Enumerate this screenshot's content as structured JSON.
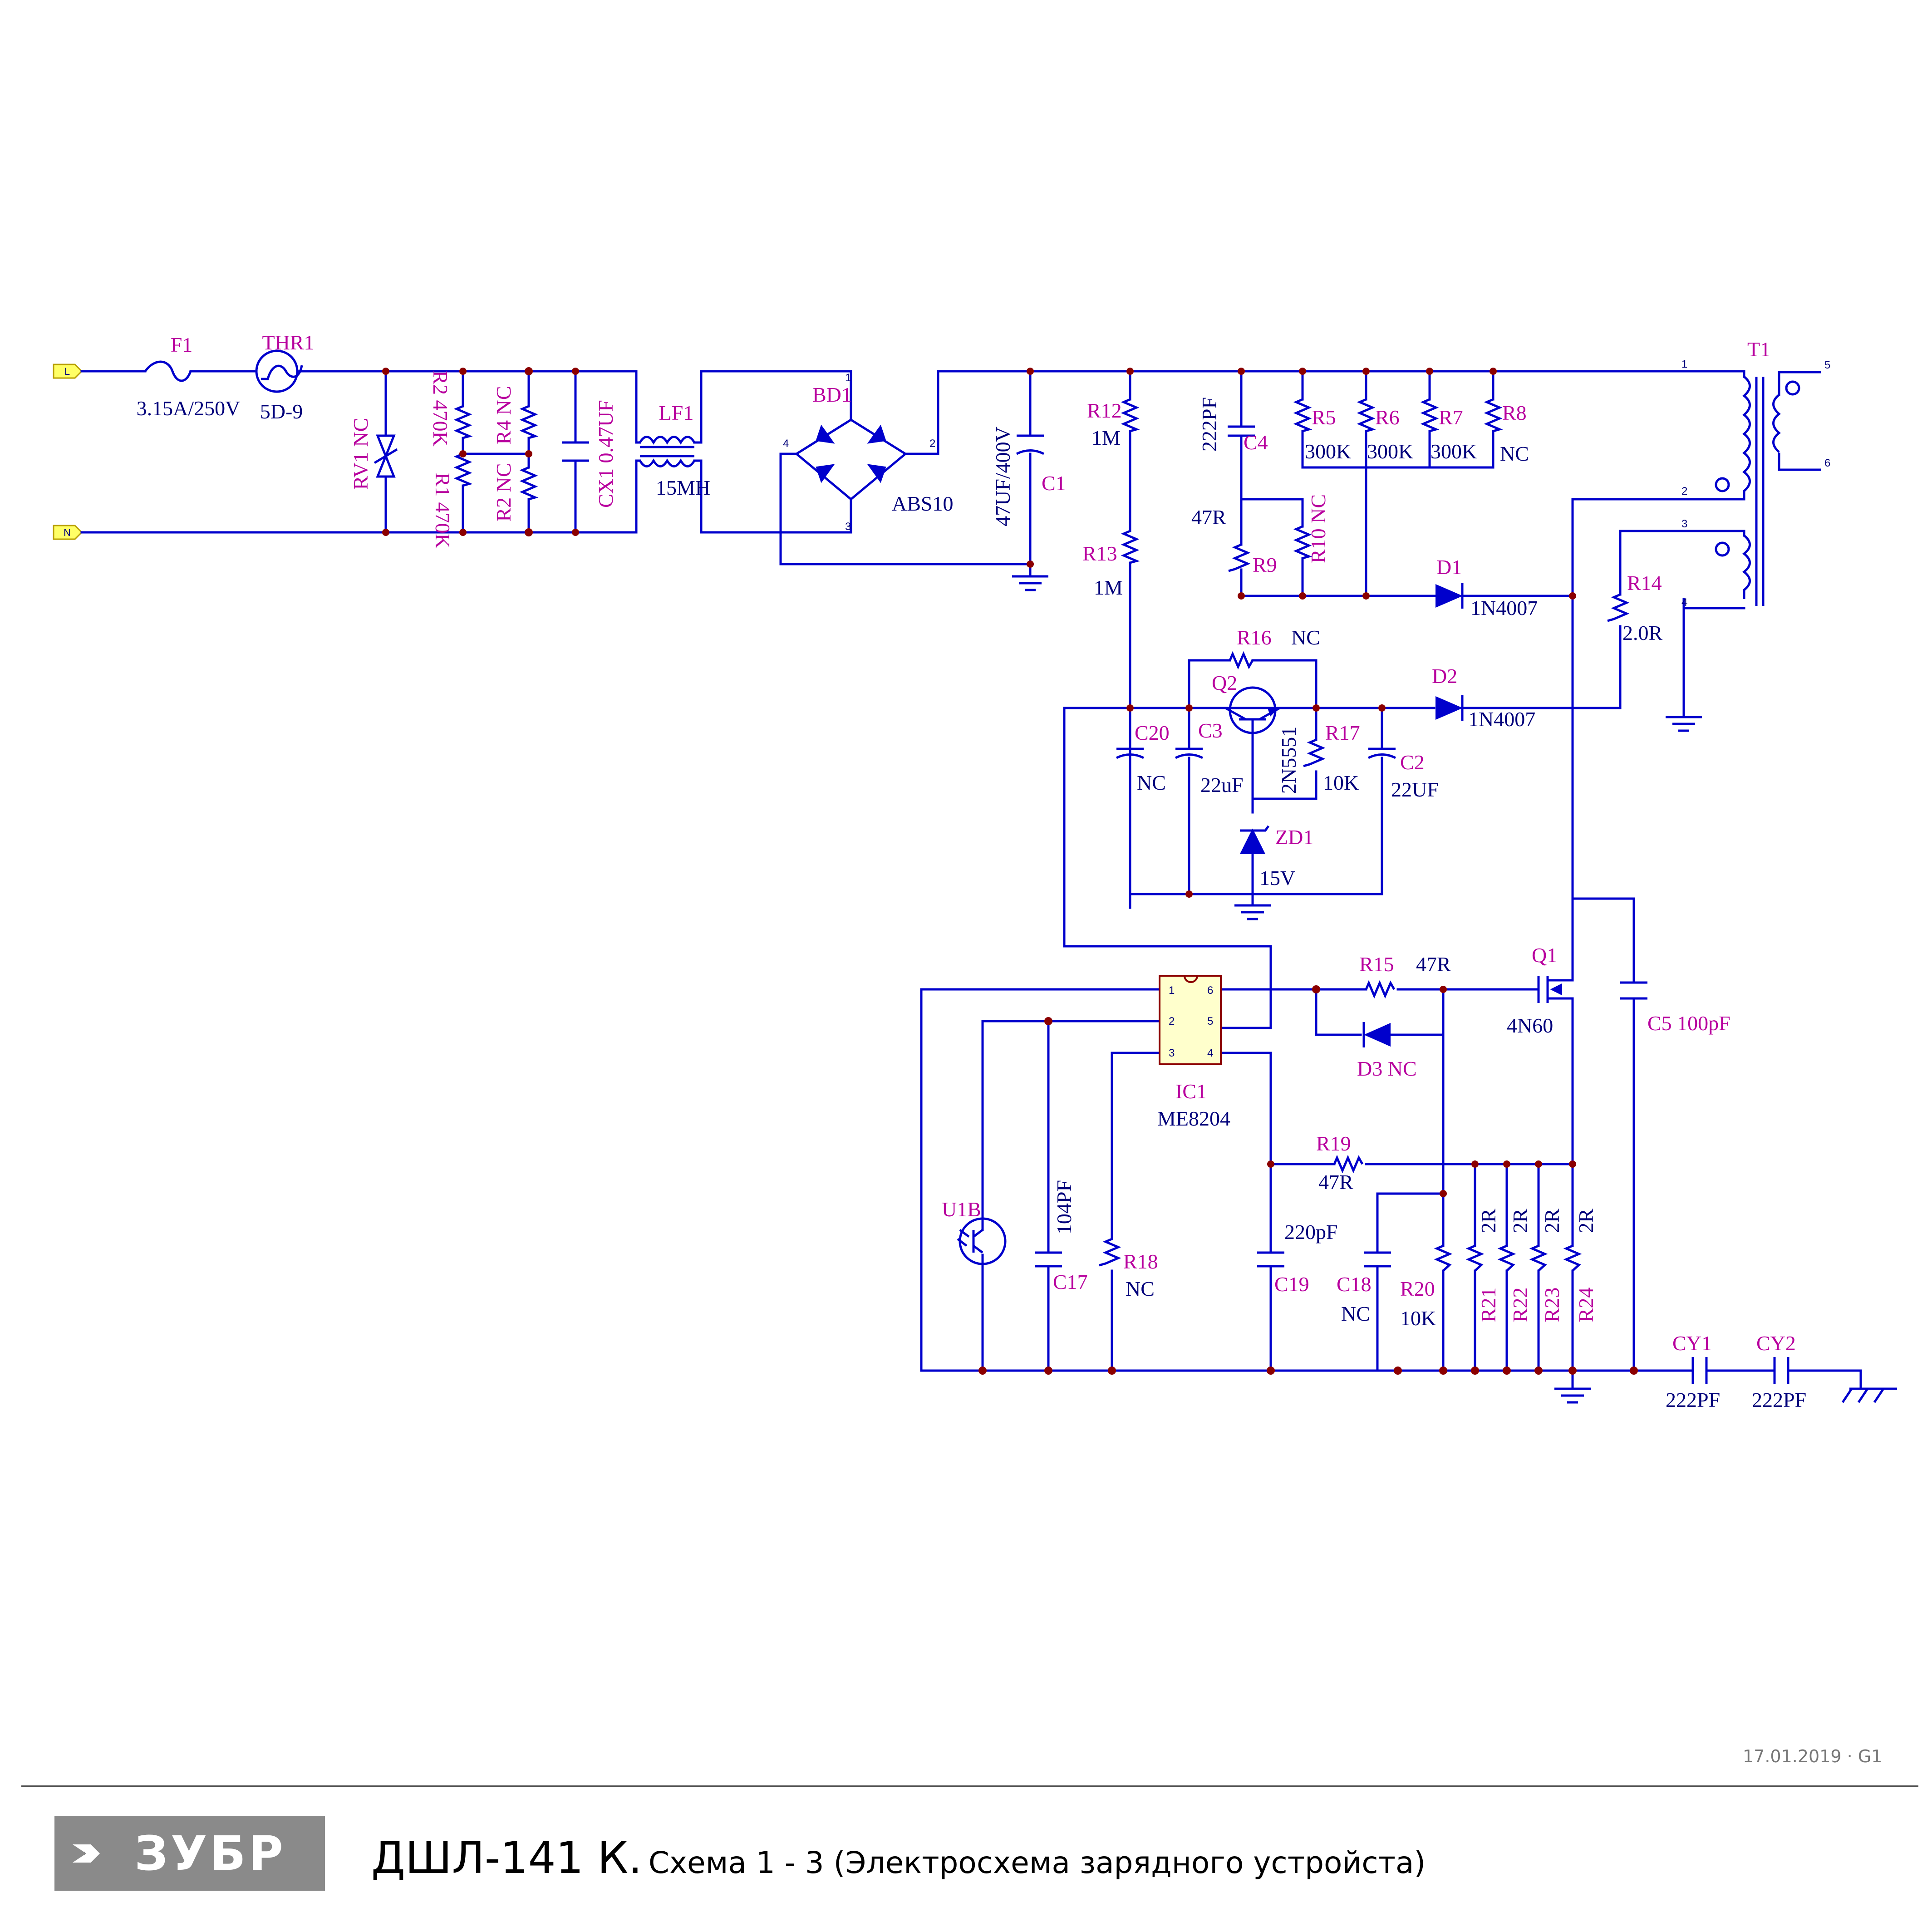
{
  "ports": {
    "line": "L",
    "neutral": "N"
  },
  "components": {
    "f1": {
      "ref": "F1",
      "value": "3.15A/250V"
    },
    "thr1": {
      "ref": "THR1",
      "value": "5D-9"
    },
    "rv1": {
      "ref": "RV1 NC"
    },
    "r2": {
      "ref": "R2 470K"
    },
    "r4": {
      "ref": "R4 NC"
    },
    "r1": {
      "ref": "R1 470K"
    },
    "r2b": {
      "ref": "R2 NC"
    },
    "cx1": {
      "ref": "CX1 0.47UF"
    },
    "lf1": {
      "ref": "LF1",
      "value": "15MH"
    },
    "bd1": {
      "ref": "BD1",
      "value": "ABS10",
      "pins": [
        "1",
        "2",
        "3",
        "4"
      ]
    },
    "c1": {
      "ref": "C1",
      "value": "47UF/400V"
    },
    "r12": {
      "ref": "R12",
      "value": "1M"
    },
    "r13": {
      "ref": "R13",
      "value": "1M"
    },
    "c4": {
      "ref": "C4",
      "value": "222PF"
    },
    "r9": {
      "ref": "R9",
      "value": "47R"
    },
    "r10": {
      "ref": "R10 NC"
    },
    "r5": {
      "ref": "R5",
      "value": "300K"
    },
    "r6": {
      "ref": "R6",
      "value": "300K"
    },
    "r7": {
      "ref": "R7",
      "value": "300K"
    },
    "r8": {
      "ref": "R8",
      "value": "NC"
    },
    "t1": {
      "ref": "T1",
      "pins": [
        "1",
        "2",
        "3",
        "4",
        "5",
        "6"
      ]
    },
    "d1": {
      "ref": "D1",
      "value": "1N4007"
    },
    "d2": {
      "ref": "D2",
      "value": "1N4007"
    },
    "r14": {
      "ref": "R14",
      "value": "2.0R"
    },
    "r16": {
      "ref": "R16",
      "value": "NC"
    },
    "q2": {
      "ref": "Q2",
      "value": "2N5551"
    },
    "r17": {
      "ref": "R17",
      "value": "10K"
    },
    "c20": {
      "ref": "C20",
      "value": "NC"
    },
    "c3": {
      "ref": "C3",
      "value": "22uF"
    },
    "c2": {
      "ref": "C2",
      "value": "22UF"
    },
    "zd1": {
      "ref": "ZD1",
      "value": "15V"
    },
    "ic1": {
      "ref": "IC1",
      "value": "ME8204",
      "pins": [
        "1",
        "2",
        "3",
        "4",
        "5",
        "6"
      ]
    },
    "r15": {
      "ref": "R15",
      "value": "47R"
    },
    "d3": {
      "ref": "D3 NC"
    },
    "q1": {
      "ref": "Q1",
      "value": "4N60"
    },
    "c5": {
      "ref": "C5 100pF"
    },
    "r19": {
      "ref": "R19",
      "value": "47R"
    },
    "u1b": {
      "ref": "U1B"
    },
    "c17": {
      "ref": "C17",
      "value": "104PF"
    },
    "r18": {
      "ref": "R18",
      "value": "NC"
    },
    "c19": {
      "ref": "C19",
      "value": "220pF"
    },
    "c18": {
      "ref": "C18",
      "value": "NC"
    },
    "r20": {
      "ref": "R20",
      "value": "10K"
    },
    "r21": {
      "ref": "R21",
      "value": "2R"
    },
    "r22": {
      "ref": "R22",
      "value": "2R"
    },
    "r23": {
      "ref": "R23",
      "value": "2R"
    },
    "r24": {
      "ref": "R24",
      "value": "2R"
    },
    "cy1": {
      "ref": "CY1",
      "value": "222PF"
    },
    "cy2": {
      "ref": "CY2",
      "value": "222PF"
    }
  },
  "footer": {
    "date": "17.01.2019 · G1",
    "logo": "ЗУБР",
    "title": "ДШЛ-141 К.",
    "subtitle": "Схема 1 - 3 (Электросхема зарядного устройста)"
  },
  "colors": {
    "wire": "#0000cc",
    "ref_text": "#b8009e",
    "value_text": "#00007a",
    "junction": "#8b0000",
    "logo_bg": "#8a8a8a"
  }
}
